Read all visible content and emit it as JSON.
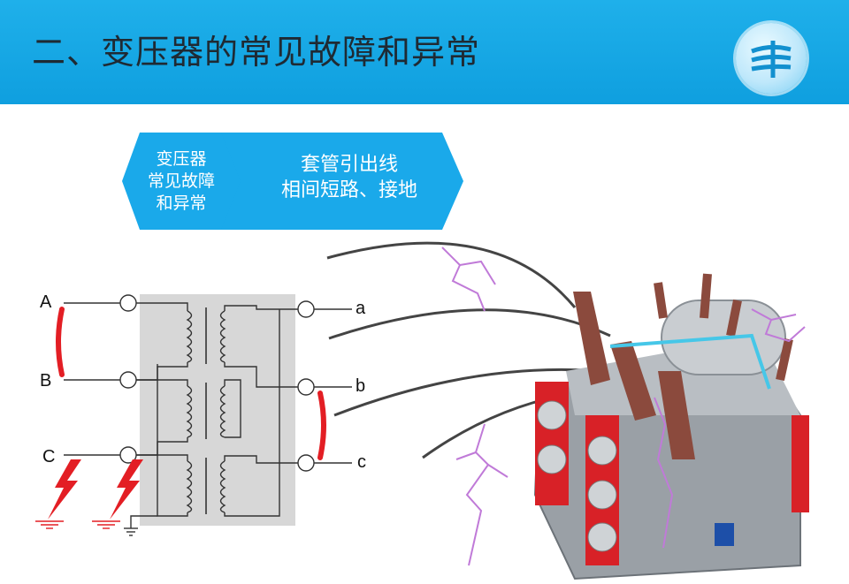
{
  "header": {
    "title": "二、变压器的常见故障和异常",
    "logo_icon": "power-grid-logo-icon"
  },
  "flow": {
    "step1_lines": [
      "变压器",
      "常见故障",
      "和异常"
    ],
    "step2_lines": [
      "套管引出线",
      "相间短路、接地"
    ]
  },
  "diagram": {
    "primary_labels": [
      "A",
      "B",
      "C"
    ],
    "secondary_labels": [
      "a",
      "b",
      "c"
    ]
  },
  "colors": {
    "header_blue": "#14a7e6",
    "chevron_blue": "#1aa9ea",
    "fault_red": "#e31e24",
    "lightning": "#c07ad8"
  }
}
